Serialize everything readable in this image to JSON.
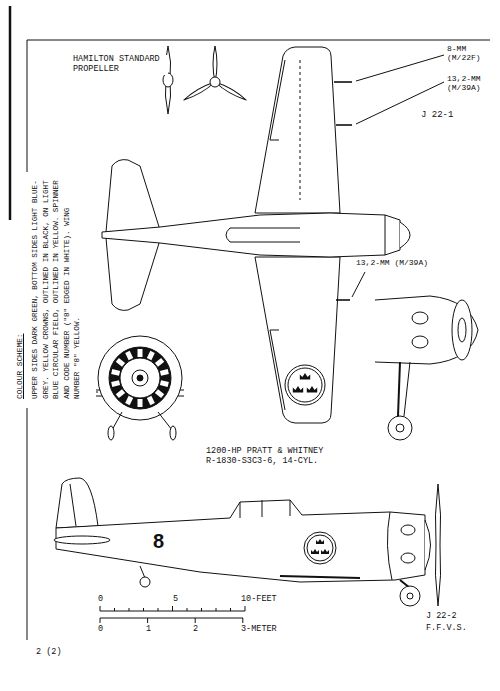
{
  "diagram": {
    "labels": [
      "HAMILTON STANDARD PROPELLER",
      "8-MM (M/22F)",
      "13,2-MM (M/39A)",
      "J 22-1",
      "13,2-MM (M/39A)",
      "COLOUR SCHEME:",
      "UPPER SIDES DARK GREEN, BOTTOM SIDES LIGHT BLUE-GREY. YELLOW CROWNS, OUTLINED IN BLACK, ON LIGHT BLUE CIRCULAR FIELD, OUTLINED IN YELLOW. SPINNER AND CODE NUMBER (\"8\" EDGED IN WHITE). WING NUMBER \"8\" YELLOW.",
      "1200-HP PRATT & WHITNEY R-1830-S3C3-6, 14-CYL.",
      "8",
      "0",
      "5",
      "10-FEET",
      "0",
      "1",
      "2",
      "3-METER",
      "J 22-2",
      "F.F.V.S.",
      "2 (2)"
    ]
  }
}
